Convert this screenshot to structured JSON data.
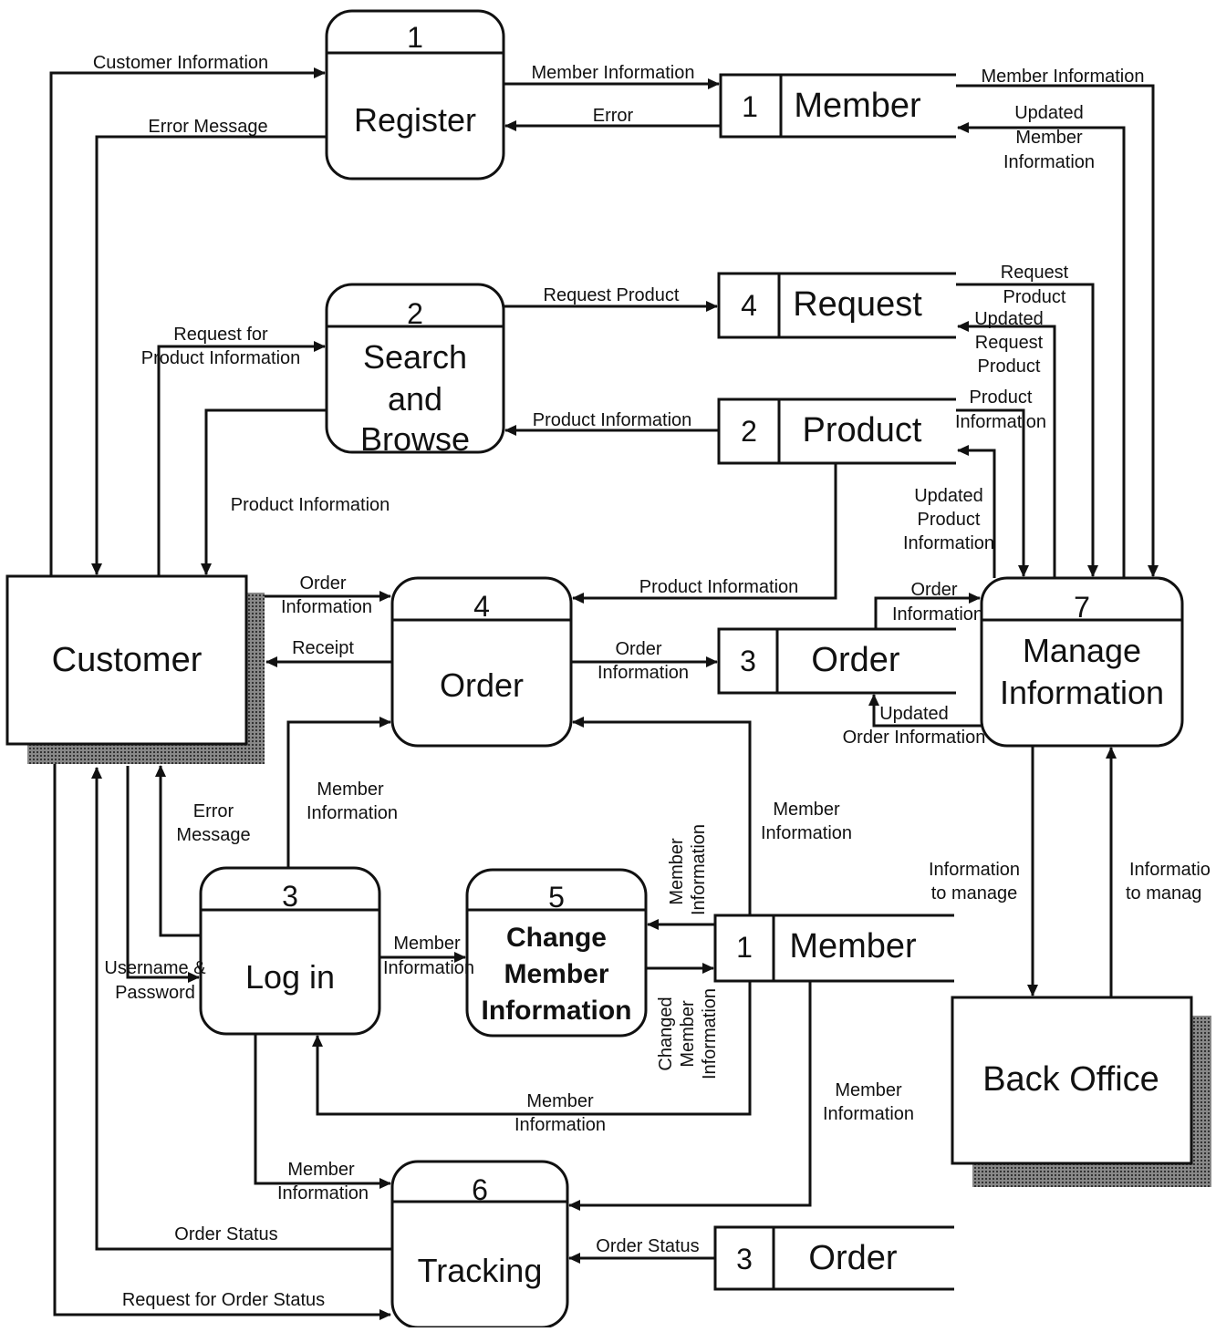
{
  "diagram": {
    "entities": {
      "customer": "Customer",
      "back_office": "Back Office"
    },
    "processes": {
      "p1": {
        "num": "1",
        "name": "Register"
      },
      "p2": {
        "num": "2",
        "name1": "Search",
        "name2": "and",
        "name3": "Browse"
      },
      "p3": {
        "num": "3",
        "name": "Log in"
      },
      "p4": {
        "num": "4",
        "name": "Order"
      },
      "p5": {
        "num": "5",
        "name1": "Change",
        "name2": "Member",
        "name3": "Information"
      },
      "p6": {
        "num": "6",
        "name": "Tracking"
      },
      "p7": {
        "num": "7",
        "name1": "Manage",
        "name2": "Information"
      }
    },
    "stores": {
      "s_member_top": {
        "num": "1",
        "name": "Member"
      },
      "s_request": {
        "num": "4",
        "name": "Request"
      },
      "s_product": {
        "num": "2",
        "name": "Product"
      },
      "s_order_mid": {
        "num": "3",
        "name": "Order"
      },
      "s_member_mid": {
        "num": "1",
        "name": "Member"
      },
      "s_order_bot": {
        "num": "3",
        "name": "Order"
      }
    },
    "flows": {
      "cust_info": "Customer   Information",
      "err_msg_top": "Error   Message",
      "member_info_a": "Member   Information",
      "error": "Error",
      "member_info_b": "Member   Information",
      "updated_member_1": "Updated",
      "updated_member_2": "Member",
      "updated_member_3": "Information",
      "req_product": "Request   Product",
      "req_for_1": "Request   for",
      "req_for_2": "Product   Information",
      "req_prod_r1": "Request",
      "req_prod_r2": "Product",
      "upd_req_1": "Updated",
      "upd_req_2": "Request",
      "upd_req_3": "Product",
      "prod_info_s": "Product   Information",
      "prod_info_r1": "Product",
      "prod_info_r2": "Information",
      "prod_info_c": "Product   Information",
      "upd_prod_1": "Updated",
      "upd_prod_2": "Product",
      "upd_prod_3": "Information",
      "order_info_c1": "Order",
      "order_info_c2": "Information",
      "prod_info_o": "Product   Information",
      "order_info_r1": "Order",
      "order_info_r2": "Information",
      "receipt": "Receipt",
      "order_info_s1": "Order",
      "order_info_s2": "Information",
      "upd_order_1": "Updated",
      "upd_order_2": "Order   Information",
      "mem_info_l1": "Member",
      "mem_info_l2": "Information",
      "err_msg_b1": "Error",
      "err_msg_b2": "Message",
      "mem_info_o1": "Member",
      "mem_info_o2": "Information",
      "mem_info_v1": "Member",
      "mem_info_v2": "Information",
      "info_manage_1": "Information",
      "info_manage_2": "to   manage",
      "info_manage_r1": "Informatio",
      "info_manage_r2": "to   manag",
      "mem_info_lc1": "Member",
      "mem_info_lc2": "Information",
      "user_pw_1": "Username &",
      "user_pw_2": "Password",
      "changed_1": "Changed",
      "changed_2": "Member",
      "changed_3": "Information",
      "mem_info_bl1": "Member",
      "mem_info_bl2": "Information",
      "mem_info_tr1": "Member",
      "mem_info_tr2": "Information",
      "mem_info_lt1": "Member",
      "mem_info_lt2": "Information",
      "order_status_l": "Order   Status",
      "order_status_s": "Order   Status",
      "req_order_status": "Request  for  Order  Status"
    }
  }
}
